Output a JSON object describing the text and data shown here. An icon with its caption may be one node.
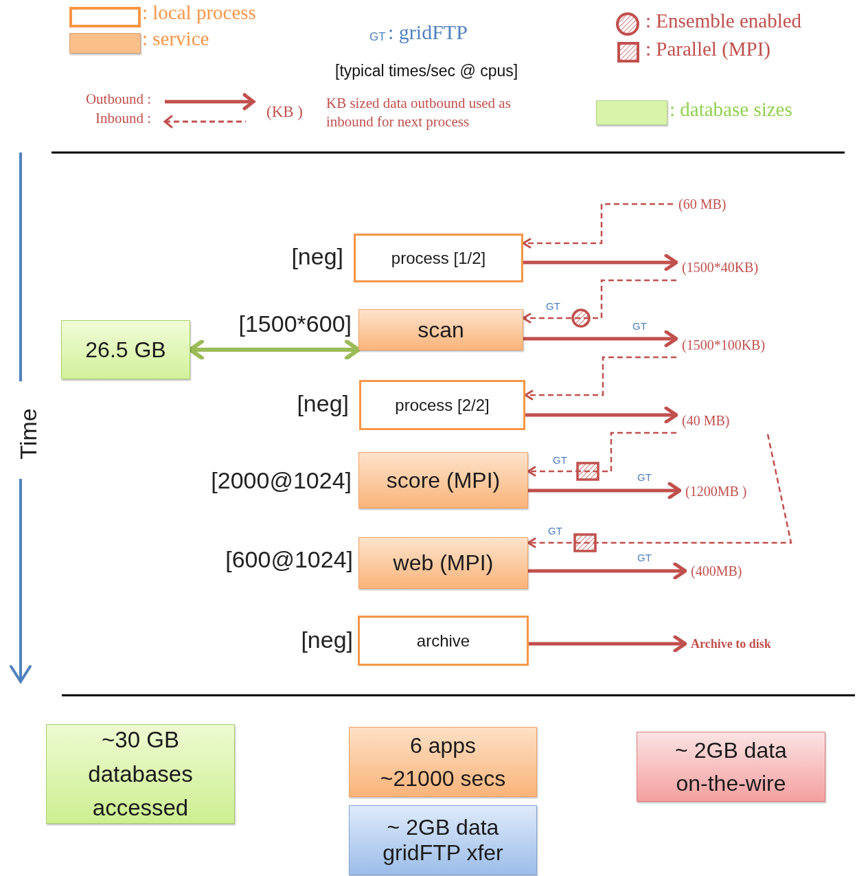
{
  "diagram": {
    "nodes": [
      {
        "text": [
          "process [1/2]"
        ],
        "beside": [
          "[neg]"
        ]
      },
      {
        "text": [
          "scan"
        ],
        "beside": [
          "[1500*600]"
        ]
      },
      {
        "text": [
          "process [2/2]"
        ],
        "beside": [
          "[neg]"
        ]
      },
      {
        "text": [
          "score (MPI)"
        ],
        "beside": [
          "[2000@1024]"
        ]
      },
      {
        "text": [
          "web (MPI)"
        ],
        "beside": [
          "[600@1024]"
        ]
      },
      {
        "text": [
          "archive"
        ],
        "beside": [
          "[neg]"
        ]
      },
      {
        "text": [
          "26.5 GB"
        ]
      },
      {
        "text": [
          "(60 MB)"
        ]
      },
      {
        "text": [
          "(1500*40KB)"
        ]
      },
      {
        "text": [
          "(1500*100KB)"
        ]
      },
      {
        "text": [
          "(40 MB)"
        ]
      },
      {
        "text": [
          "(1200MB )"
        ]
      },
      {
        "text": [
          "(400MB)"
        ]
      },
      {
        "text": [
          "Archive to disk"
        ]
      },
      {
        "text": [
          "~30 GB databases accessed"
        ]
      },
      {
        "text": [
          "6 apps ~21000 secs"
        ]
      },
      {
        "text": [
          "~ 2GB data gridFTP xfer"
        ]
      },
      {
        "text": [
          "~ 2GB data on-the-wire"
        ]
      }
    ],
    "edges": [
      {
        "from": 0,
        "to": 8,
        "arrow": "to"
      },
      {
        "from": 7,
        "to": 0,
        "arrow": "to",
        "style": "dashed"
      },
      {
        "from": 8,
        "to": 1,
        "arrow": "to",
        "style": "dashed",
        "label": "GT"
      },
      {
        "from": 1,
        "to": 9,
        "arrow": "to",
        "label": "GT"
      },
      {
        "from": 9,
        "to": 2,
        "arrow": "to",
        "style": "dashed"
      },
      {
        "from": 2,
        "to": 10,
        "arrow": "to"
      },
      {
        "from": 10,
        "to": 3,
        "arrow": "to",
        "style": "dashed",
        "label": "GT"
      },
      {
        "from": 3,
        "to": 11,
        "arrow": "to",
        "label": "GT"
      },
      {
        "from": 10,
        "to": 4,
        "arrow": "to",
        "style": "dashed",
        "label": "GT"
      },
      {
        "from": 4,
        "to": 12,
        "arrow": "to",
        "label": "GT"
      },
      {
        "from": 5,
        "to": 13,
        "arrow": "to"
      },
      {
        "from": 6,
        "to": 1,
        "arrow": "both",
        "color": "#9bbb59"
      }
    ],
    "labels": [
      "GT",
      ": gridFTP",
      "[typical times/sec @ cpus]",
      "(KB )",
      "KB sized data outbound used as inbound for next process",
      "Time"
    ],
    "legend": [
      {
        "text": ": local process"
      },
      {
        "text": ": Ensemble enabled"
      },
      {
        "text": ": service",
        "color": "#fbbf8a"
      },
      {
        "text": ": Parallel (MPI)"
      },
      {
        "text": "Outbound :"
      },
      {
        "text": "Inbound :"
      },
      {
        "text": ": database sizes",
        "color": "#d7f4a8"
      }
    ]
  }
}
